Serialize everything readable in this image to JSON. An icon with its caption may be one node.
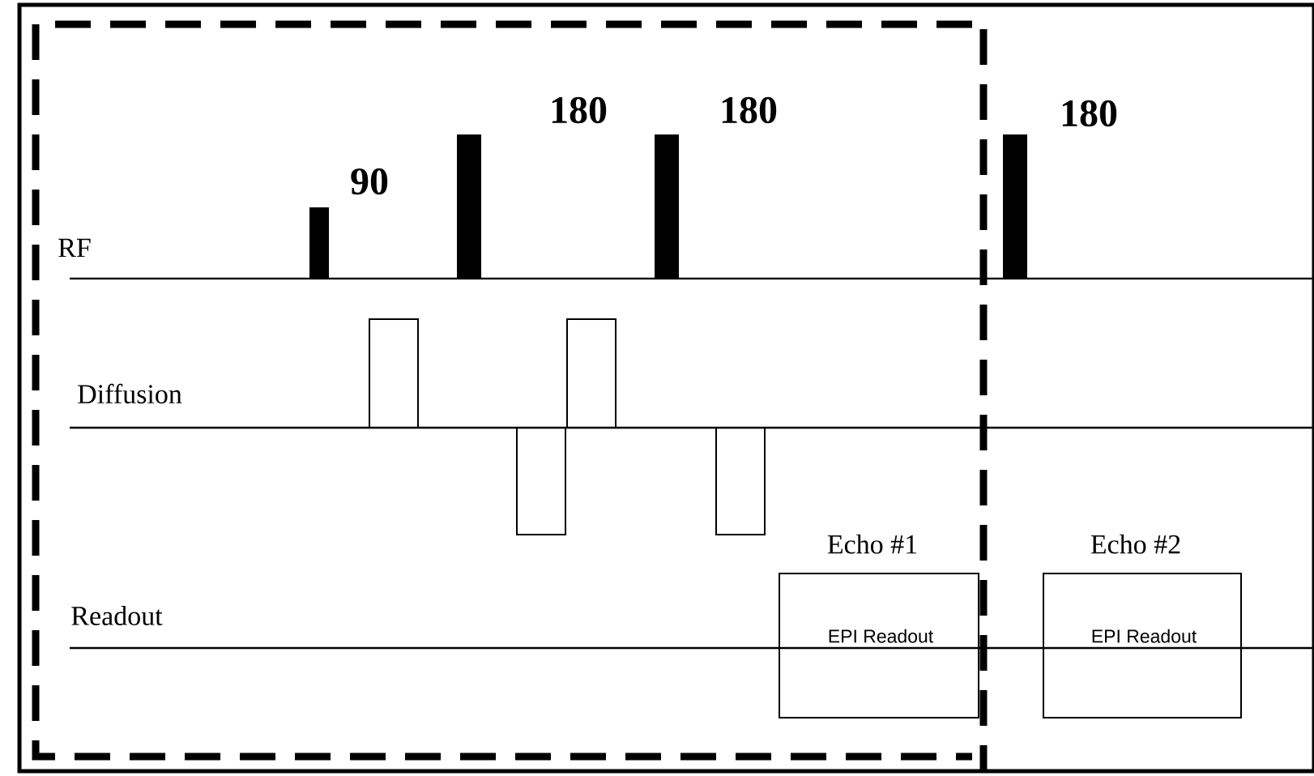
{
  "diagram": {
    "nodes": [
      {
        "text": [
          "EPI Readout"
        ],
        "beside": [
          "Echo #1"
        ]
      },
      {
        "text": [
          "EPI Readout"
        ],
        "beside": [
          "Echo #2"
        ]
      }
    ],
    "labels": [
      "180",
      "180",
      "180",
      "90",
      "RF",
      "Diffusion",
      "Readout"
    ]
  }
}
